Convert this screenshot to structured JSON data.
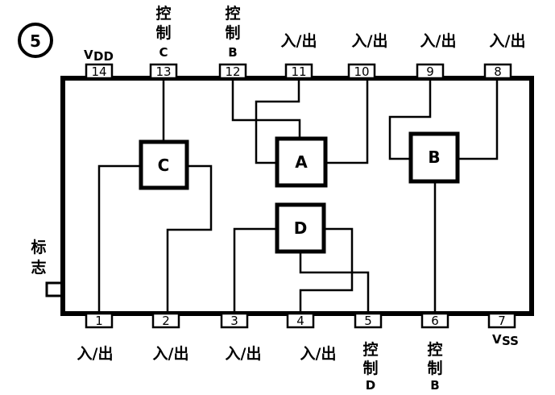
{
  "figure_number": "5",
  "vdd_label": "V",
  "vdd_sub": "DD",
  "vss_label": "V",
  "vss_sub": "SS",
  "flag_label": [
    "标",
    "志"
  ],
  "gates": [
    "C",
    "A",
    "B",
    "D"
  ],
  "top_pins": [
    {
      "num": "14",
      "label": [
        "V",
        "DD"
      ]
    },
    {
      "num": "13",
      "label": [
        "控",
        "制",
        "C"
      ]
    },
    {
      "num": "12",
      "label": [
        "控",
        "制",
        "B"
      ]
    },
    {
      "num": "11",
      "label": [
        "入/出"
      ]
    },
    {
      "num": "10",
      "label": [
        "入/出"
      ]
    },
    {
      "num": "9",
      "label": [
        "入/出"
      ]
    },
    {
      "num": "8",
      "label": [
        "入/出"
      ]
    }
  ],
  "bottom_pins": [
    {
      "num": "1",
      "label": [
        "入/出"
      ]
    },
    {
      "num": "2",
      "label": [
        "入/出"
      ]
    },
    {
      "num": "3",
      "label": [
        "入/出"
      ]
    },
    {
      "num": "4",
      "label": [
        "入/出"
      ]
    },
    {
      "num": "5",
      "label": [
        "控",
        "制",
        "D"
      ]
    },
    {
      "num": "6",
      "label": [
        "控",
        "制",
        "B"
      ]
    },
    {
      "num": "7",
      "label": [
        "V",
        "SS"
      ]
    }
  ]
}
